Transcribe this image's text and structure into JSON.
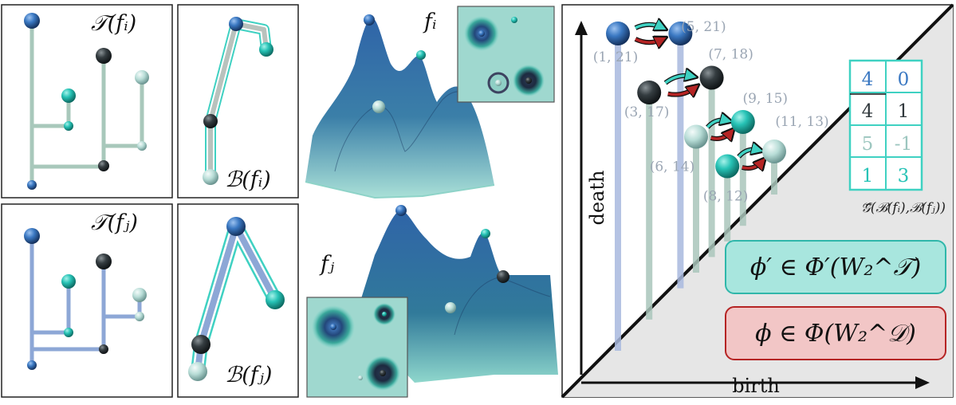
{
  "colors": {
    "blue": "#3a78c2",
    "dark": "#30383c",
    "teal": "#27c3b6",
    "pale": "#b8ddd7",
    "edge_green": "#a8c8bb",
    "edge_blue": "#8da7d6",
    "arrow_teal": "#3fd1c2",
    "arrow_red": "#b52424",
    "box_teal": "#a8e6de",
    "box_red": "#f2c6c6"
  },
  "panels": {
    "tree_i_label": "𝒯(fᵢ)",
    "bdt_i_label": "ℬ(fᵢ)",
    "tree_j_label": "𝒯(fⱼ)",
    "bdt_j_label": "ℬ(fⱼ)"
  },
  "terrain": {
    "fi_label": "fᵢ",
    "fj_label": "fⱼ"
  },
  "diagram": {
    "x_axis_label": "birth",
    "y_axis_label": "death",
    "points": [
      {
        "label": "(1, 21)",
        "birth": 1,
        "death": 21,
        "color": "blue"
      },
      {
        "label": "(5, 21)",
        "birth": 5,
        "death": 21,
        "color": "blue"
      },
      {
        "label": "(3, 17)",
        "birth": 3,
        "death": 17,
        "color": "dark"
      },
      {
        "label": "(7, 18)",
        "birth": 7,
        "death": 18,
        "color": "dark"
      },
      {
        "label": "(9, 15)",
        "birth": 9,
        "death": 15,
        "color": "teal"
      },
      {
        "label": "(11, 13)",
        "birth": 11,
        "death": 13,
        "color": "pale"
      },
      {
        "label": "(6, 14)",
        "birth": 6,
        "death": 14,
        "color": "pale"
      },
      {
        "label": "(8, 12)",
        "birth": 8,
        "death": 12,
        "color": "teal"
      }
    ],
    "matrix": {
      "rows": [
        [
          "4",
          "0"
        ],
        [
          "4",
          "1"
        ],
        [
          "5",
          "-1"
        ],
        [
          "1",
          "3"
        ]
      ],
      "caption": "𝒢⃗(ℬ(fᵢ),ℬ(fⱼ))"
    },
    "box_teal_label": "ϕ′ ∈ Φ′(W₂^𝒯)",
    "box_red_label": "ϕ ∈ Φ(W₂^𝒟)"
  }
}
